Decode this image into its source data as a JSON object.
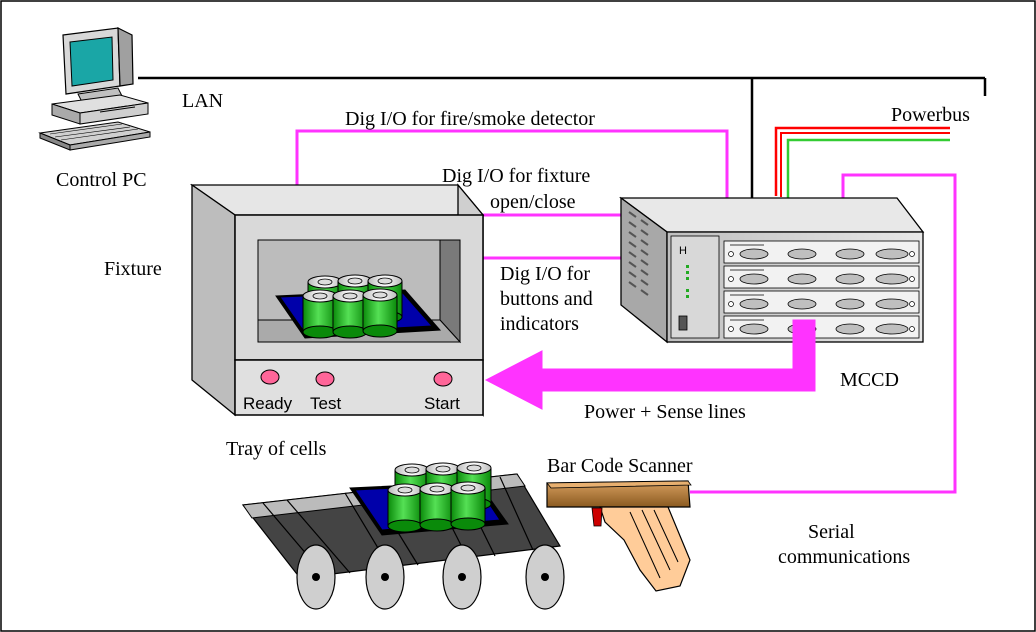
{
  "diagram": {
    "labels": {
      "lan": "LAN",
      "control_pc": "Control PC",
      "fixture": "Fixture",
      "dio_fire": "Dig I/O for fire/smoke detector",
      "dio_fixture_1": "Dig I/O for fixture",
      "dio_fixture_2": "open/close",
      "dio_buttons_1": "Dig I/O for",
      "dio_buttons_2": "buttons and",
      "dio_buttons_3": "indicators",
      "powerbus": "Powerbus",
      "mccd": "MCCD",
      "power_sense": "Power + Sense lines",
      "tray": "Tray of cells",
      "scanner": "Bar Code Scanner",
      "serial_1": "Serial",
      "serial_2": "communications",
      "mccd_logo": "H"
    },
    "buttons": {
      "ready": "Ready",
      "test": "Test",
      "start": "Start"
    },
    "colors": {
      "signal_line": "#ff33ff",
      "lan_line": "#000000",
      "power_red": "#ff0000",
      "power_green": "#33cc33",
      "tray": "#0000aa",
      "cell_body": "#33cc33",
      "button": "#ff6699",
      "scanner_handle": "#ffcc99"
    }
  }
}
